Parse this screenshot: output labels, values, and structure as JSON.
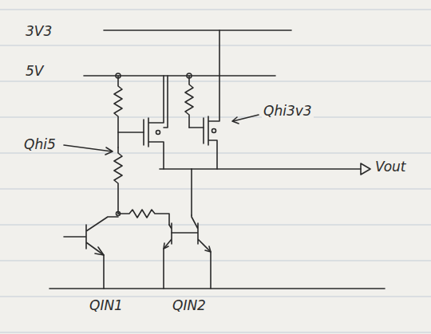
{
  "diagram": {
    "labels": [
      "3V3",
      "5V",
      "Qhi3v3",
      "Qhi5",
      "Vout",
      "QIN1",
      "QIN2"
    ]
  }
}
